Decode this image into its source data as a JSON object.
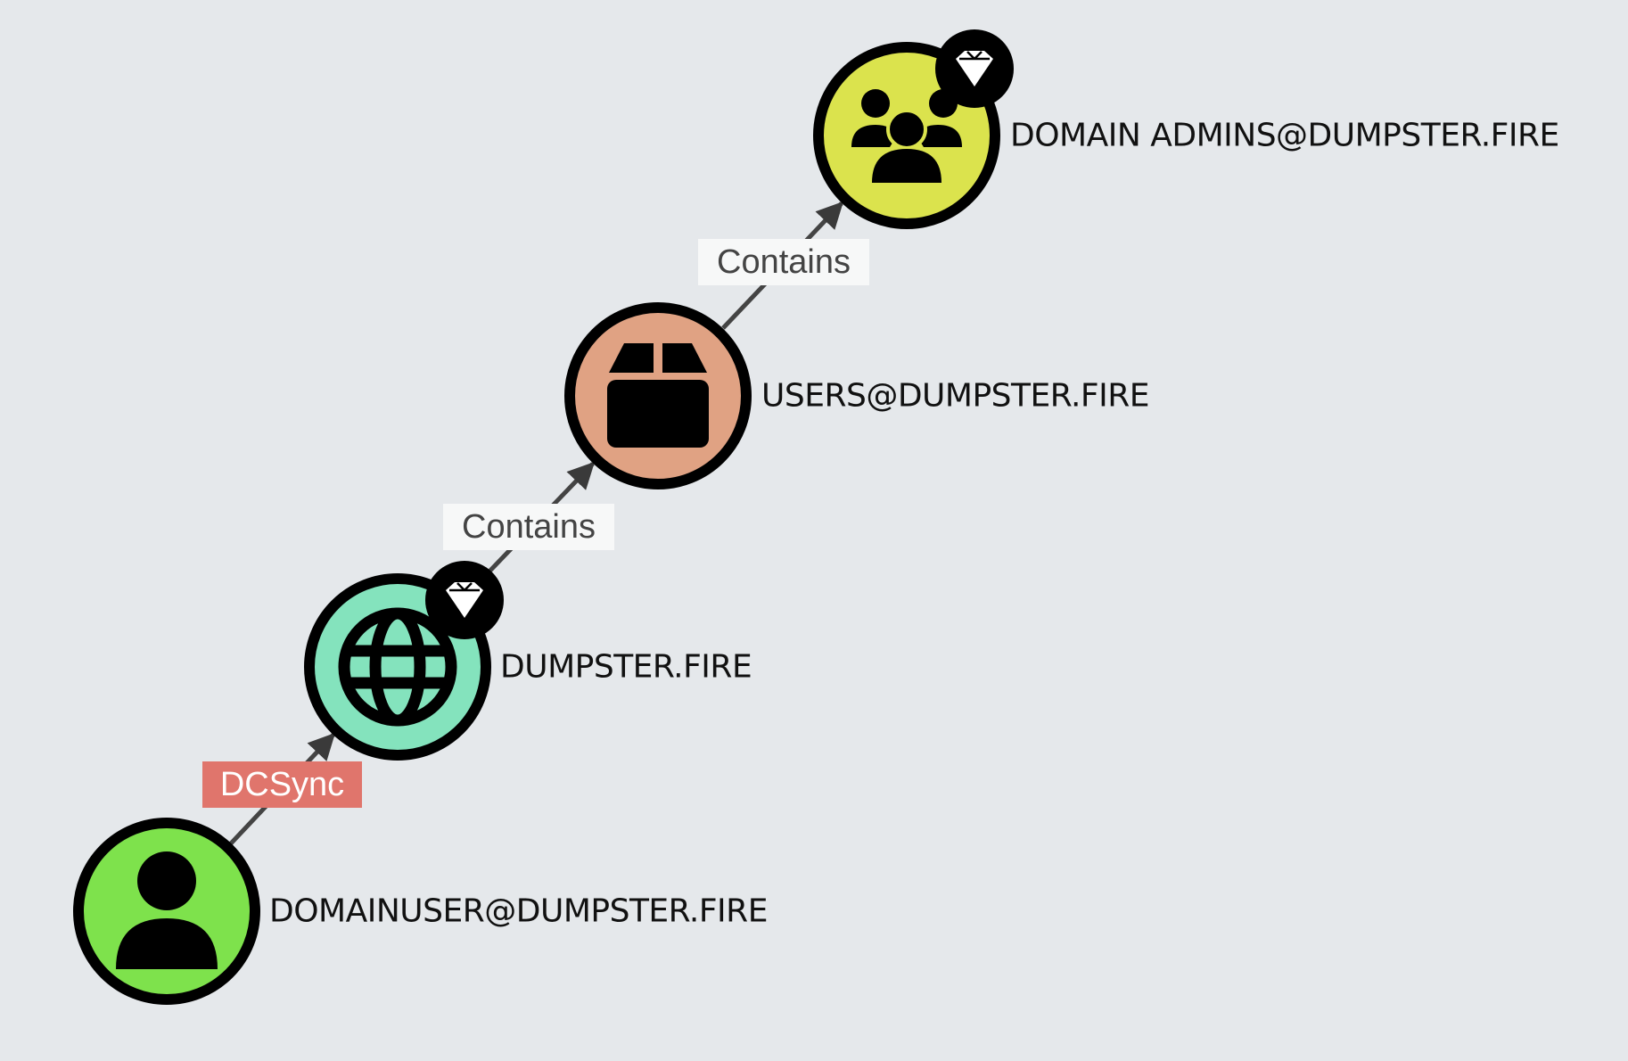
{
  "nodes": [
    {
      "label": "DOMAIN ADMINS@DUMPSTER.FIRE",
      "type": "group",
      "icon": "users-group-icon",
      "color": "#dbe34d",
      "badge": "tier-zero-gem-icon"
    },
    {
      "label": "USERS@DUMPSTER.FIRE",
      "type": "container",
      "icon": "box-icon",
      "color": "#e0a283"
    },
    {
      "label": "DUMPSTER.FIRE",
      "type": "domain",
      "icon": "globe-icon",
      "color": "#84e3bd",
      "badge": "tier-zero-gem-icon"
    },
    {
      "label": "DOMAINUSER@DUMPSTER.FIRE",
      "type": "user",
      "icon": "user-icon",
      "color": "#7ee24c"
    }
  ],
  "edges": [
    {
      "label": "DCSync",
      "from": "DOMAINUSER@DUMPSTER.FIRE",
      "to": "DUMPSTER.FIRE",
      "color": "#e0756c"
    },
    {
      "label": "Contains",
      "from": "DUMPSTER.FIRE",
      "to": "USERS@DUMPSTER.FIRE"
    },
    {
      "label": "Contains",
      "from": "USERS@DUMPSTER.FIRE",
      "to": "DOMAIN ADMINS@DUMPSTER.FIRE"
    }
  ]
}
